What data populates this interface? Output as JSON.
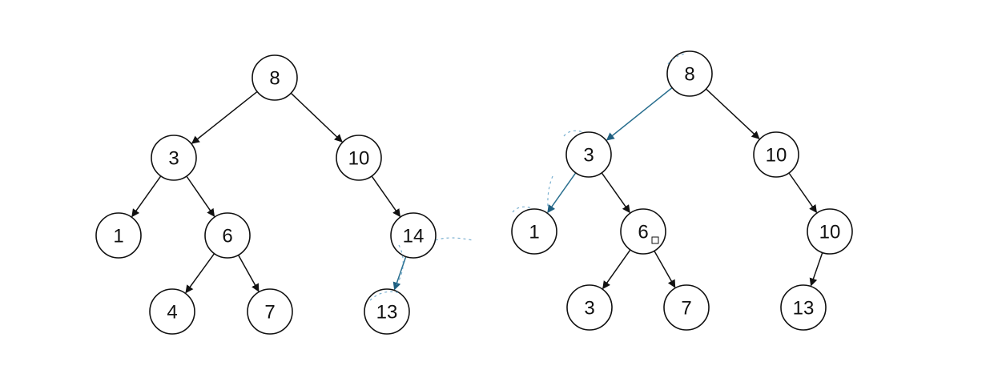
{
  "diagrams": [
    {
      "id": "left-tree",
      "nodes": [
        {
          "id": "l8",
          "label": "8"
        },
        {
          "id": "l3",
          "label": "3"
        },
        {
          "id": "l10",
          "label": "10"
        },
        {
          "id": "l1",
          "label": "1"
        },
        {
          "id": "l6",
          "label": "6"
        },
        {
          "id": "l14",
          "label": "14"
        },
        {
          "id": "l4",
          "label": "4"
        },
        {
          "id": "l7",
          "label": "7"
        },
        {
          "id": "l13",
          "label": "13"
        }
      ],
      "edges": [
        [
          "l8",
          "l3"
        ],
        [
          "l8",
          "l10"
        ],
        [
          "l3",
          "l1"
        ],
        [
          "l3",
          "l6"
        ],
        [
          "l10",
          "l14"
        ],
        [
          "l6",
          "l4"
        ],
        [
          "l6",
          "l7"
        ],
        [
          "l14",
          "l13"
        ]
      ]
    },
    {
      "id": "right-tree",
      "nodes": [
        {
          "id": "r8",
          "label": "8"
        },
        {
          "id": "r3",
          "label": "3"
        },
        {
          "id": "r10a",
          "label": "10"
        },
        {
          "id": "r1",
          "label": "1"
        },
        {
          "id": "r6",
          "label": "6"
        },
        {
          "id": "r10b",
          "label": "10"
        },
        {
          "id": "r3b",
          "label": "3"
        },
        {
          "id": "r7",
          "label": "7"
        },
        {
          "id": "r13",
          "label": "13"
        }
      ],
      "edges": [
        [
          "r8",
          "r3"
        ],
        [
          "r8",
          "r10a"
        ],
        [
          "r3",
          "r1"
        ],
        [
          "r3",
          "r6"
        ],
        [
          "r10a",
          "r10b"
        ],
        [
          "r6",
          "r3b"
        ],
        [
          "r6",
          "r7"
        ],
        [
          "r10b",
          "r13"
        ]
      ]
    }
  ]
}
